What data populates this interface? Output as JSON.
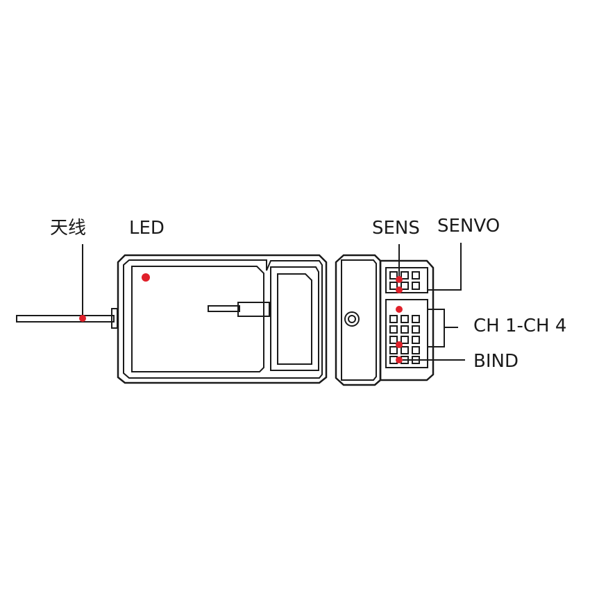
{
  "labels": {
    "antenna": "天线",
    "led": "LED",
    "sens": "SENS",
    "senvo": "SENVO",
    "ch": "CH 1-CH 4",
    "bind": "BIND"
  },
  "colors": {
    "line": "#1a1a1a",
    "marker": "#e0202a",
    "background": "#ffffff"
  }
}
